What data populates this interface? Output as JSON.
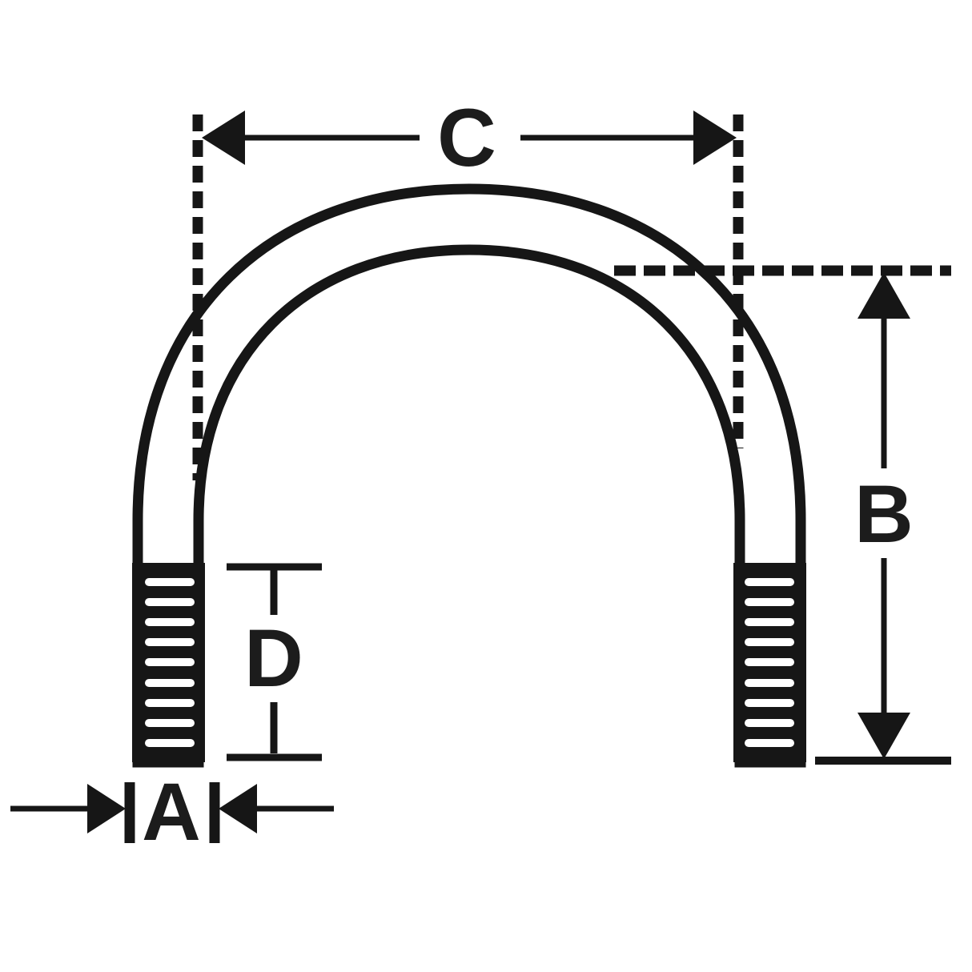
{
  "diagram": {
    "labels": {
      "c": "C",
      "b": "B",
      "a": "A",
      "d": "D"
    },
    "colors": {
      "ink": "#161616",
      "background": "#ffffff",
      "label": "#1c1c1c"
    }
  }
}
